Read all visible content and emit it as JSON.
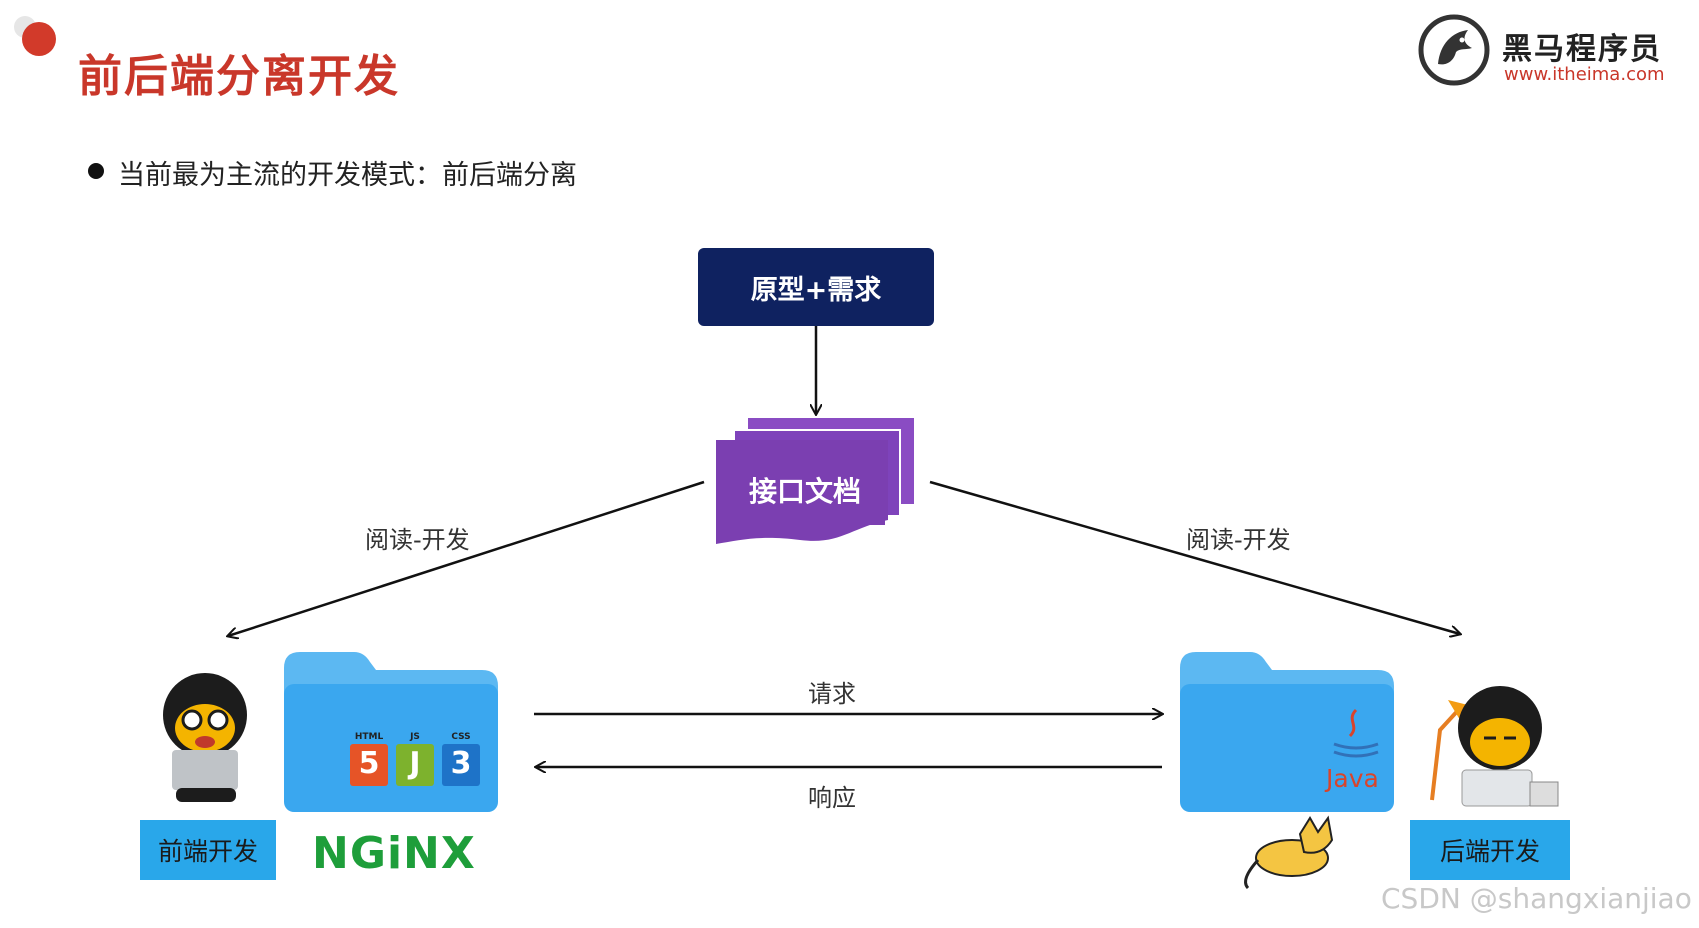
{
  "page": {
    "title": "前后端分离开发",
    "bullet": "当前最为主流的开发模式：前后端分离"
  },
  "logo": {
    "name": "黑马程序员",
    "url": "www.itheima.com",
    "icon": "horse-icon"
  },
  "diagram": {
    "prototype_box": "原型+需求",
    "api_doc": "接口文档",
    "read_dev_left": "阅读-开发",
    "read_dev_right": "阅读-开发",
    "request": "请求",
    "response": "响应",
    "frontend_label": "前端开发",
    "backend_label": "后端开发",
    "nginx_logo": "NGiNX",
    "java_label": "Java",
    "html_badge": "HTML",
    "js_badge": "JS",
    "css_badge": "CSS",
    "html_digit": "5",
    "js_letter": "J",
    "css_digit": "3"
  },
  "watermark": "CSDN @shangxianjiao",
  "colors": {
    "title_red": "#c9372a",
    "navy": "#0f2260",
    "purple": "#7b3fb1",
    "folder_blue": "#3aa7ef",
    "label_blue": "#29a7ea",
    "nginx_green": "#1e9e3a"
  }
}
